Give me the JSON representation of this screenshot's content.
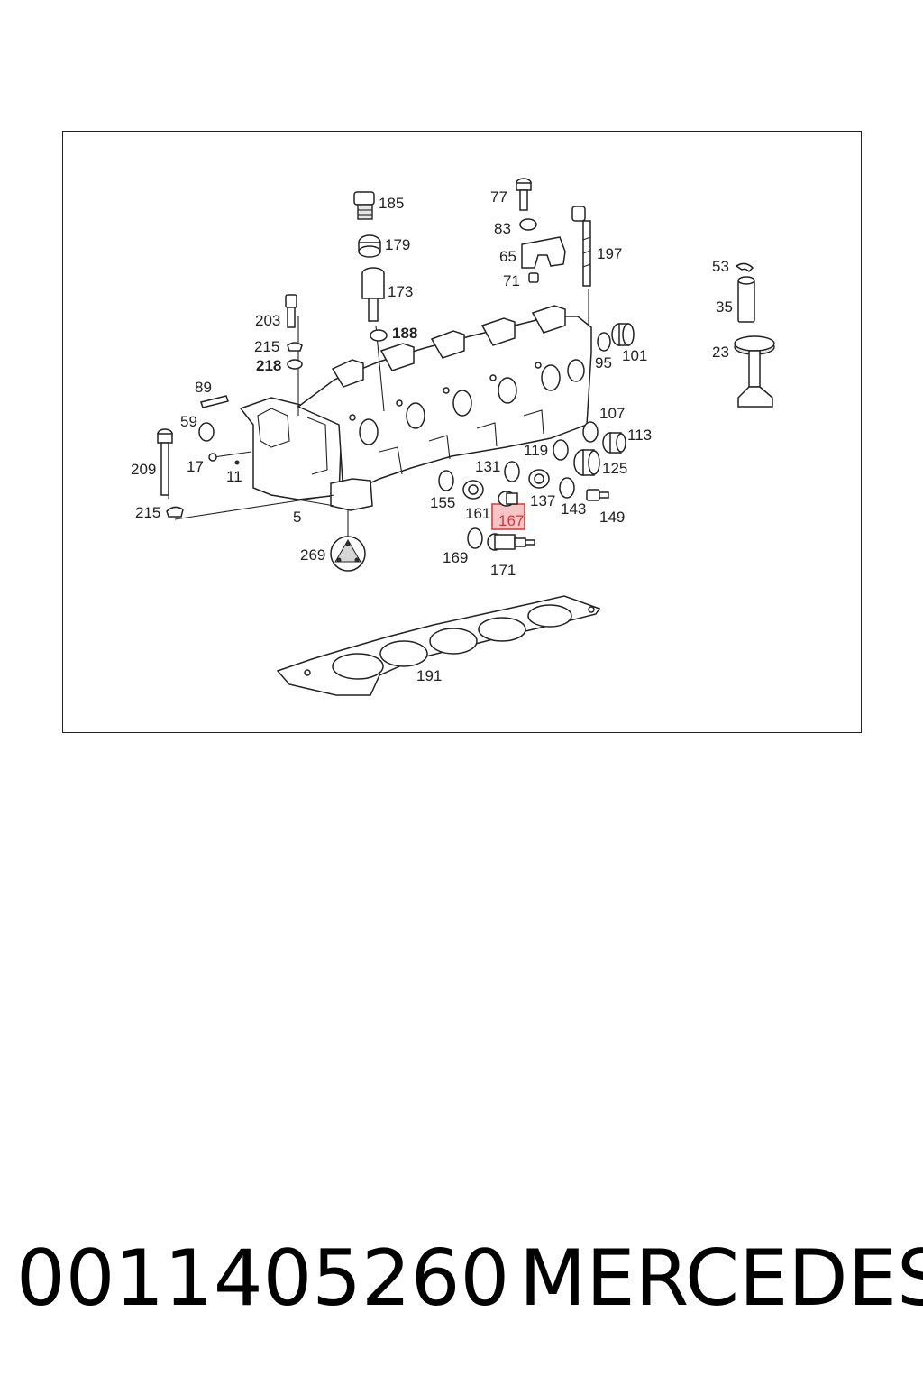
{
  "diagram": {
    "callouts": [
      {
        "id": "185",
        "text": "185"
      },
      {
        "id": "179",
        "text": "179"
      },
      {
        "id": "173",
        "text": "173"
      },
      {
        "id": "188",
        "text": "188"
      },
      {
        "id": "77",
        "text": "77"
      },
      {
        "id": "83",
        "text": "83"
      },
      {
        "id": "65",
        "text": "65"
      },
      {
        "id": "71",
        "text": "71"
      },
      {
        "id": "197",
        "text": "197"
      },
      {
        "id": "53",
        "text": "53"
      },
      {
        "id": "35",
        "text": "35"
      },
      {
        "id": "23",
        "text": "23"
      },
      {
        "id": "203",
        "text": "203"
      },
      {
        "id": "215a",
        "text": "215"
      },
      {
        "id": "218",
        "text": "218"
      },
      {
        "id": "89",
        "text": "89"
      },
      {
        "id": "59",
        "text": "59"
      },
      {
        "id": "17",
        "text": "17"
      },
      {
        "id": "11",
        "text": "11"
      },
      {
        "id": "209",
        "text": "209"
      },
      {
        "id": "215b",
        "text": "215"
      },
      {
        "id": "5",
        "text": "5"
      },
      {
        "id": "269",
        "text": "269"
      },
      {
        "id": "95",
        "text": "95"
      },
      {
        "id": "101",
        "text": "101"
      },
      {
        "id": "107",
        "text": "107"
      },
      {
        "id": "113",
        "text": "113"
      },
      {
        "id": "119",
        "text": "119"
      },
      {
        "id": "125",
        "text": "125"
      },
      {
        "id": "131",
        "text": "131"
      },
      {
        "id": "137",
        "text": "137"
      },
      {
        "id": "143",
        "text": "143"
      },
      {
        "id": "149",
        "text": "149"
      },
      {
        "id": "155",
        "text": "155"
      },
      {
        "id": "161",
        "text": "161"
      },
      {
        "id": "167",
        "text": "167"
      },
      {
        "id": "169",
        "text": "169"
      },
      {
        "id": "171",
        "text": "171"
      },
      {
        "id": "191",
        "text": "191"
      }
    ]
  },
  "footer": {
    "part_number": "0011405260",
    "brand": "MERCEDES"
  },
  "colors": {
    "highlight": "#d33",
    "highlight_fill": "#f6c6c6",
    "ink": "#222222"
  }
}
